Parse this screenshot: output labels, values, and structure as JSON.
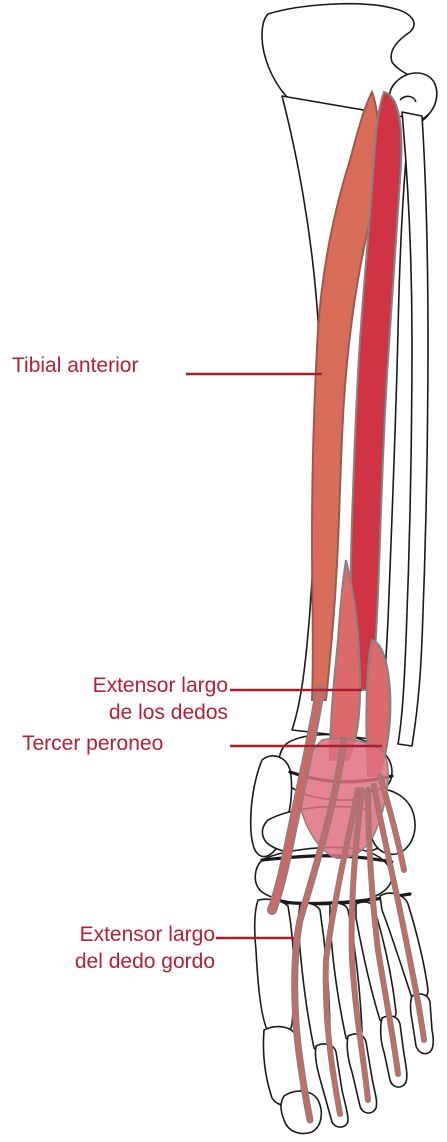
{
  "colors": {
    "label": "#b22234",
    "leader": "#a11f2e",
    "tibialis": "#d86e5a",
    "tibialis_edge": "#9c5a4f",
    "extensor": "#cf3344",
    "extensor_light": "#dc6a6a",
    "tendon": "#c96a66",
    "tendon_edge": "#8a8080",
    "dorsum": "#e0707e"
  },
  "labels": {
    "tibial_anterior": "Tibial anterior",
    "extensor_dedos_1": "Extensor largo",
    "extensor_dedos_2": "de los dedos",
    "tercer_peroneo": "Tercer peroneo",
    "extensor_gordo_1": "Extensor largo",
    "extensor_gordo_2": "del dedo gordo"
  }
}
